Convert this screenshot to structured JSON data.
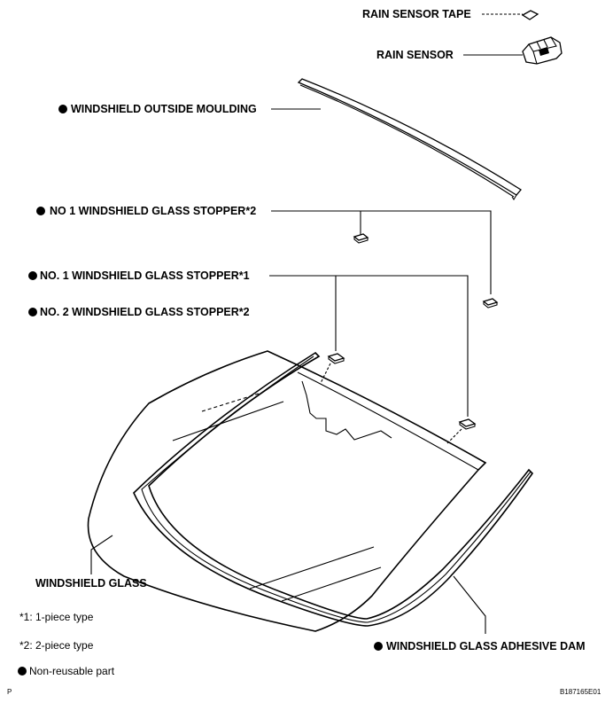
{
  "labels": {
    "rain_sensor_tape": "RAIN SENSOR TAPE",
    "rain_sensor": "RAIN SENSOR",
    "outside_moulding": "WINDSHIELD OUTSIDE MOULDING",
    "no1_stopper_2": "NO  1 WINDSHIELD GLASS STOPPER*2",
    "no1_stopper_1": "NO. 1 WINDSHIELD GLASS STOPPER*1",
    "no2_stopper_2": "NO. 2 WINDSHIELD GLASS STOPPER*2",
    "windshield_glass": "WINDSHIELD GLASS",
    "adhesive_dam": "WINDSHIELD GLASS ADHESIVE DAM"
  },
  "notes": {
    "note1": "*1: 1-piece type",
    "note2": "*2: 2-piece type",
    "non_reusable": "Non-reusable part"
  },
  "corner_code": "P",
  "figure_code": "B187165E01"
}
